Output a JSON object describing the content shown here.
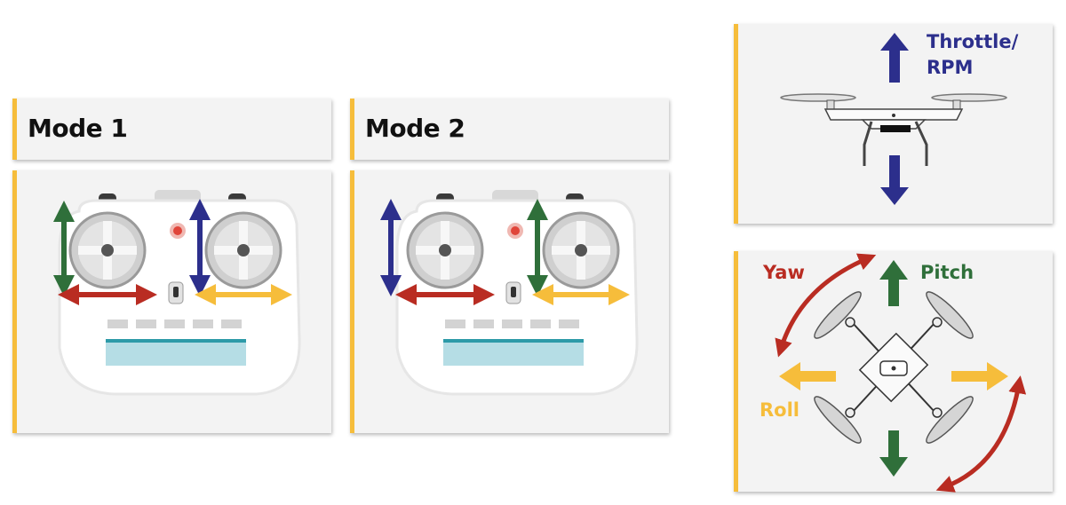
{
  "modes": [
    {
      "title": "Mode 1"
    },
    {
      "title": "Mode 2"
    }
  ],
  "labels": {
    "throttle_line1": "Throttle/",
    "throttle_line2": "RPM",
    "yaw": "Yaw",
    "pitch": "Pitch",
    "roll": "Roll"
  },
  "colors": {
    "accent_border": "#f6bd3b",
    "throttle": "#2c2f8c",
    "pitch": "#2f6f3a",
    "yaw": "#b92c22",
    "roll": "#f6bd3b",
    "led": "#e0453a",
    "screen": "#b5dde5"
  }
}
